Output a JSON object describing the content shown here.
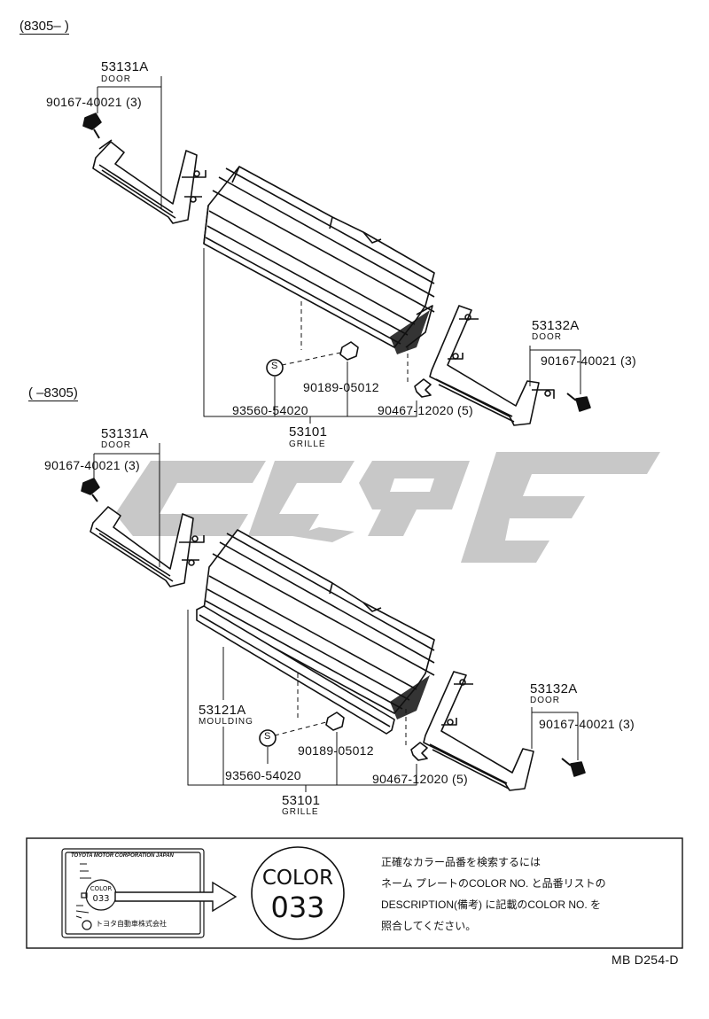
{
  "sections": {
    "top_range": "(8305–        )",
    "bottom_range": "(        –8305)"
  },
  "top": {
    "door_left_part": "53131A",
    "door_left_sub": "DOOR",
    "screw_left": "90167-40021 (3)",
    "door_right_part": "53132A",
    "door_right_sub": "DOOR",
    "screw_right": "90167-40021 (3)",
    "nut": "90189-05012",
    "emblem_ref": "93560-54020",
    "clip": "90467-12020 (5)",
    "grille_part": "53101",
    "grille_sub": "GRILLE"
  },
  "bottom": {
    "door_left_part": "53131A",
    "door_left_sub": "DOOR",
    "screw_left": "90167-40021 (3)",
    "door_right_part": "53132A",
    "door_right_sub": "DOOR",
    "screw_right": "90167-40021 (3)",
    "moulding_part": "53121A",
    "moulding_sub": "MOULDING",
    "nut": "90189-05012",
    "emblem_ref": "93560-54020",
    "clip": "90467-12020 (5)",
    "grille_part": "53101",
    "grille_sub": "GRILLE"
  },
  "emblem_symbol": "S",
  "nameplate": {
    "company": "TOYOTA MOTOR CORPORATION JAPAN",
    "color_word": "COLOR",
    "color_code": "033",
    "maker_jp": "トヨタ自動車株式会社"
  },
  "color_badge": {
    "word": "COLOR",
    "code": "033"
  },
  "instructions_jp": [
    "正確なカラー品番を検索するには",
    "ネーム プレートのCOLOR NO. と品番リストの",
    "DESCRIPTION(備考) に記載のCOLOR NO. を",
    "照合してください。"
  ],
  "figure_code": "MB D254-D",
  "colors": {
    "line": "#111111",
    "watermark": "#c8c8c8"
  }
}
